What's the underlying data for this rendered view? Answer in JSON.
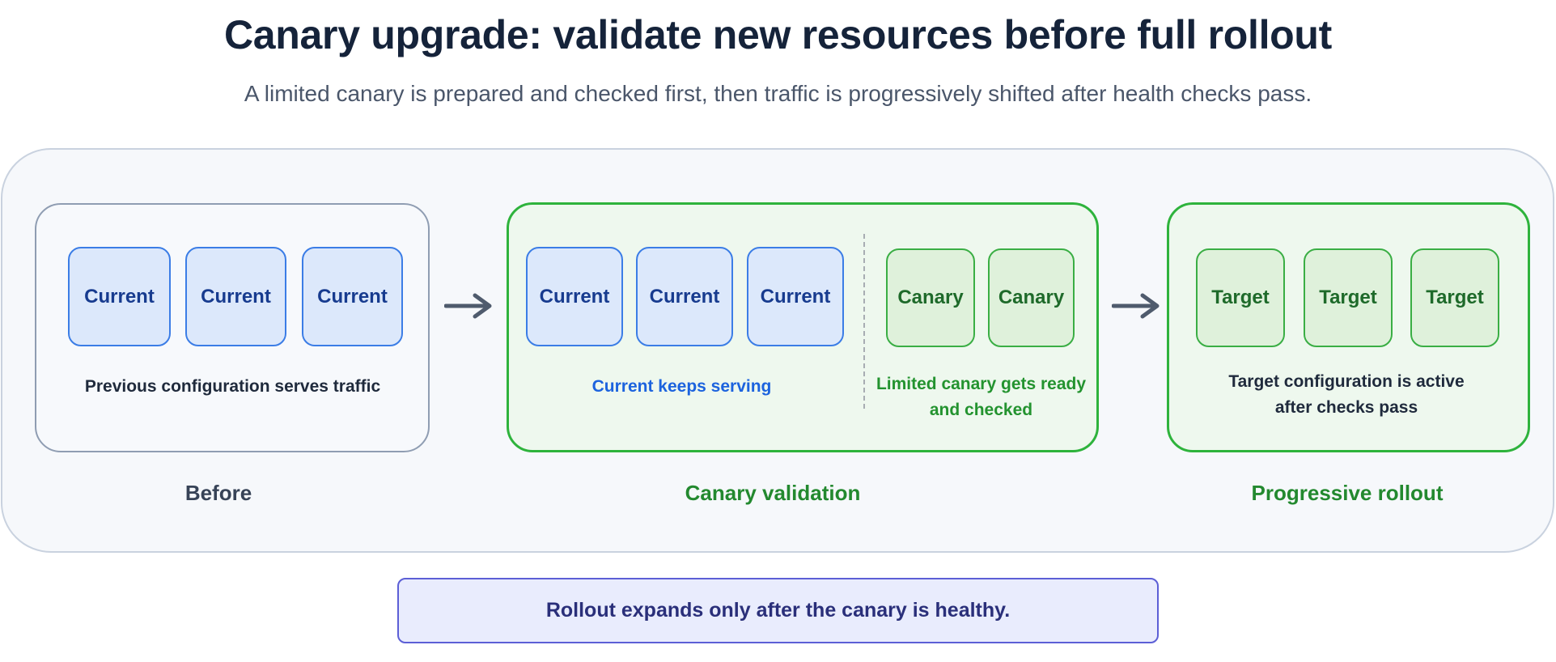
{
  "title": "Canary upgrade: validate new resources before full rollout",
  "subtitle": "A limited canary is prepared and checked first, then traffic is progressively shifted after health checks pass.",
  "before": {
    "nodes": [
      "Current",
      "Current",
      "Current"
    ],
    "caption": "Previous configuration serves traffic",
    "stage_label": "Before"
  },
  "canary": {
    "current_nodes": [
      "Current",
      "Current",
      "Current"
    ],
    "canary_nodes": [
      "Canary",
      "Canary"
    ],
    "current_caption": "Current keeps serving",
    "canary_caption_line1": "Limited canary gets ready",
    "canary_caption_line2": "and checked",
    "stage_label": "Canary validation"
  },
  "target": {
    "nodes": [
      "Target",
      "Target",
      "Target"
    ],
    "caption_line1": "Target configuration is active",
    "caption_line2": "after checks pass",
    "stage_label": "Progressive rollout"
  },
  "note": "Rollout expands only after the canary is healthy.",
  "colors": {
    "current": "#3b7de6",
    "canary": "#2eb33c",
    "neutral": "#8f9db2",
    "arrow": "#4f5b6d",
    "note_border": "#5c5fd6"
  },
  "icons": {
    "arrow": "right-arrow-icon"
  }
}
